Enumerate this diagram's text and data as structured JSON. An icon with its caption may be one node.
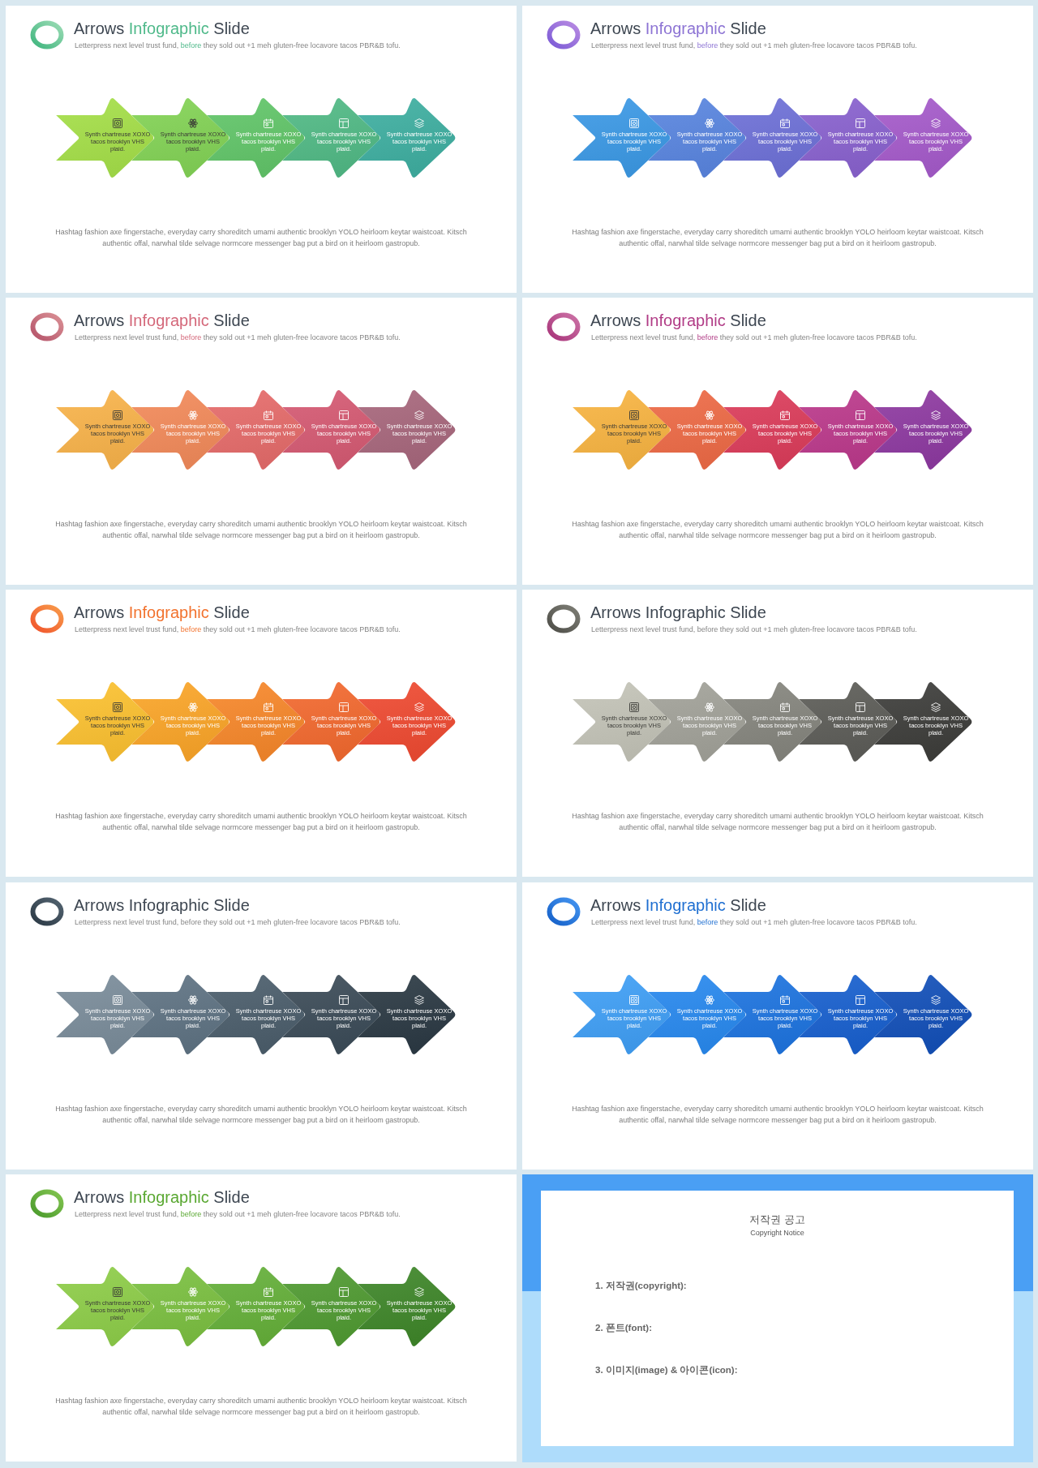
{
  "diagram": {
    "nodes": [
      {
        "text": [
          "Arrows Infographic Slide",
          "Letterpress next level trust fund, before they sold out +1 meh gluten-free locavore tacos PBR&B tofu.",
          "Hashtag fashion axe fingerstache, everyday carry shoreditch umami authentic brooklyn YOLO heirloom keytar waistcoat. Kitsch authentic offal, narwhal tilde selvage normcore messenger bag put a bird on it heirloom gastropub."
        ]
      },
      {
        "text": [
          "Synth chartreuse XOXO tacos brooklyn VHS plaid."
        ],
        "in": 0
      },
      {
        "text": [
          "Synth chartreuse XOXO tacos brooklyn VHS plaid."
        ],
        "in": 0
      },
      {
        "text": [
          "Synth chartreuse XOXO tacos brooklyn VHS plaid."
        ],
        "in": 0
      },
      {
        "text": [
          "Synth chartreuse XOXO tacos brooklyn VHS plaid."
        ],
        "in": 0
      },
      {
        "text": [
          "Synth chartreuse XOXO tacos brooklyn VHS plaid."
        ],
        "in": 0
      },
      {
        "text": [
          "Arrows Infographic Slide",
          "Letterpress next level trust fund, before they sold out +1 meh gluten-free locavore tacos PBR&B tofu.",
          "Hashtag fashion axe fingerstache, everyday carry shoreditch umami authentic brooklyn YOLO heirloom keytar waistcoat. Kitsch authentic offal, narwhal tilde selvage normcore messenger bag put a bird on it heirloom gastropub."
        ]
      },
      {
        "text": [
          "Synth chartreuse XOXO tacos brooklyn VHS plaid."
        ],
        "in": 6
      },
      {
        "text": [
          "Synth chartreuse XOXO tacos brooklyn VHS plaid."
        ],
        "in": 6
      },
      {
        "text": [
          "Synth chartreuse XOXO tacos brooklyn VHS plaid."
        ],
        "in": 6
      },
      {
        "text": [
          "Synth chartreuse XOXO tacos brooklyn VHS plaid."
        ],
        "in": 6
      },
      {
        "text": [
          "Synth chartreuse XOXO tacos brooklyn VHS plaid."
        ],
        "in": 6
      },
      {
        "text": [
          "Arrows Infographic Slide",
          "Letterpress next level trust fund, before they sold out +1 meh gluten-free locavore tacos PBR&B tofu.",
          "Hashtag fashion axe fingerstache, everyday carry shoreditch umami authentic brooklyn YOLO heirloom keytar waistcoat. Kitsch authentic offal, narwhal tilde selvage normcore messenger bag put a bird on it heirloom gastropub."
        ]
      },
      {
        "text": [
          "Synth chartreuse XOXO tacos brooklyn VHS plaid."
        ],
        "in": 12
      },
      {
        "text": [
          "Synth chartreuse XOXO tacos brooklyn VHS plaid."
        ],
        "in": 12
      },
      {
        "text": [
          "Synth chartreuse XOXO tacos brooklyn VHS plaid."
        ],
        "in": 12
      },
      {
        "text": [
          "Synth chartreuse XOXO tacos brooklyn VHS plaid."
        ],
        "in": 12
      },
      {
        "text": [
          "Synth chartreuse XOXO tacos brooklyn VHS plaid."
        ],
        "in": 12
      },
      {
        "text": [
          "Arrows Infographic Slide",
          "Letterpress next level trust fund, before they sold out +1 meh gluten-free locavore tacos PBR&B tofu.",
          "Hashtag fashion axe fingerstache, everyday carry shoreditch umami authentic brooklyn YOLO heirloom keytar waistcoat. Kitsch authentic offal, narwhal tilde selvage normcore messenger bag put a bird on it heirloom gastropub."
        ]
      },
      {
        "text": [
          "Synth chartreuse XOXO tacos brooklyn VHS plaid."
        ],
        "in": 18
      },
      {
        "text": [
          "Synth chartreuse XOXO tacos brooklyn VHS plaid."
        ],
        "in": 18
      },
      {
        "text": [
          "Synth chartreuse XOXO tacos brooklyn VHS plaid."
        ],
        "in": 18
      },
      {
        "text": [
          "Synth chartreuse XOXO tacos brooklyn VHS plaid."
        ],
        "in": 18
      },
      {
        "text": [
          "Synth chartreuse XOXO tacos brooklyn VHS plaid."
        ],
        "in": 18
      },
      {
        "text": [
          "Arrows Infographic Slide",
          "Letterpress next level trust fund, before they sold out +1 meh gluten-free locavore tacos PBR&B tofu.",
          "Hashtag fashion axe fingerstache, everyday carry shoreditch umami authentic brooklyn YOLO heirloom keytar waistcoat. Kitsch authentic offal, narwhal tilde selvage normcore messenger bag put a bird on it heirloom gastropub."
        ]
      },
      {
        "text": [
          "Synth chartreuse XOXO tacos brooklyn VHS plaid."
        ],
        "in": 24
      },
      {
        "text": [
          "Synth chartreuse XOXO tacos brooklyn VHS plaid."
        ],
        "in": 24
      },
      {
        "text": [
          "Synth chartreuse XOXO tacos brooklyn VHS plaid."
        ],
        "in": 24
      },
      {
        "text": [
          "Synth chartreuse XOXO tacos brooklyn VHS plaid."
        ],
        "in": 24
      },
      {
        "text": [
          "Synth chartreuse XOXO tacos brooklyn VHS plaid."
        ],
        "in": 24
      },
      {
        "text": [
          "Arrows Infographic Slide",
          "Letterpress next level trust fund, before they sold out +1 meh gluten-free locavore tacos PBR&B tofu.",
          "Hashtag fashion axe fingerstache, everyday carry shoreditch umami authentic brooklyn YOLO heirloom keytar waistcoat. Kitsch authentic offal, narwhal tilde selvage normcore messenger bag put a bird on it heirloom gastropub."
        ]
      },
      {
        "text": [
          "Synth chartreuse XOXO tacos brooklyn VHS plaid."
        ],
        "in": 30
      },
      {
        "text": [
          "Synth chartreuse XOXO tacos brooklyn VHS plaid."
        ],
        "in": 30
      },
      {
        "text": [
          "Synth chartreuse XOXO tacos brooklyn VHS plaid."
        ],
        "in": 30
      },
      {
        "text": [
          "Synth chartreuse XOXO tacos brooklyn VHS plaid."
        ],
        "in": 30
      },
      {
        "text": [
          "Synth chartreuse XOXO tacos brooklyn VHS plaid."
        ],
        "in": 30
      },
      {
        "text": [
          "Arrows Infographic Slide",
          "Letterpress next level trust fund, before they sold out +1 meh gluten-free locavore tacos PBR&B tofu.",
          "Hashtag fashion axe fingerstache, everyday carry shoreditch umami authentic brooklyn YOLO heirloom keytar waistcoat. Kitsch authentic offal, narwhal tilde selvage normcore messenger bag put a bird on it heirloom gastropub."
        ]
      },
      {
        "text": [
          "Synth chartreuse XOXO tacos brooklyn VHS plaid."
        ],
        "in": 36
      },
      {
        "text": [
          "Synth chartreuse XOXO tacos brooklyn VHS plaid."
        ],
        "in": 36
      },
      {
        "text": [
          "Synth chartreuse XOXO tacos brooklyn VHS plaid."
        ],
        "in": 36
      },
      {
        "text": [
          "Synth chartreuse XOXO tacos brooklyn VHS plaid."
        ],
        "in": 36
      },
      {
        "text": [
          "Synth chartreuse XOXO tacos brooklyn VHS plaid."
        ],
        "in": 36
      },
      {
        "text": [
          "Arrows Infographic Slide",
          "Letterpress next level trust fund, before they sold out +1 meh gluten-free locavore tacos PBR&B tofu.",
          "Hashtag fashion axe fingerstache, everyday carry shoreditch umami authentic brooklyn YOLO heirloom keytar waistcoat. Kitsch authentic offal, narwhal tilde selvage normcore messenger bag put a bird on it heirloom gastropub."
        ]
      },
      {
        "text": [
          "Synth chartreuse XOXO tacos brooklyn VHS plaid."
        ],
        "in": 42
      },
      {
        "text": [
          "Synth chartreuse XOXO tacos brooklyn VHS plaid."
        ],
        "in": 42
      },
      {
        "text": [
          "Synth chartreuse XOXO tacos brooklyn VHS plaid."
        ],
        "in": 42
      },
      {
        "text": [
          "Synth chartreuse XOXO tacos brooklyn VHS plaid."
        ],
        "in": 42
      },
      {
        "text": [
          "Synth chartreuse XOXO tacos brooklyn VHS plaid."
        ],
        "in": 42
      },
      {
        "text": [
          "Arrows Infographic Slide",
          "Letterpress next level trust fund, before they sold out +1 meh gluten-free locavore tacos PBR&B tofu.",
          "Hashtag fashion axe fingerstache, everyday carry shoreditch umami authentic brooklyn YOLO heirloom keytar waistcoat. Kitsch authentic offal, narwhal tilde selvage normcore messenger bag put a bird on it heirloom gastropub."
        ]
      },
      {
        "text": [
          "Synth chartreuse XOXO tacos brooklyn VHS plaid."
        ],
        "in": 48
      },
      {
        "text": [
          "Synth chartreuse XOXO tacos brooklyn VHS plaid."
        ],
        "in": 48
      },
      {
        "text": [
          "Synth chartreuse XOXO tacos brooklyn VHS plaid."
        ],
        "in": 48
      },
      {
        "text": [
          "Synth chartreuse XOXO tacos brooklyn VHS plaid."
        ],
        "in": 48
      },
      {
        "text": [
          "Synth chartreuse XOXO tacos brooklyn VHS plaid."
        ],
        "in": 48
      },
      {
        "text": [
          "저작권 공고",
          "Copyright Notice",
          "1. 저작권(copyright):",
          "2. 폰트(font):",
          "3. 이미지(image) & 아이콘(icon):"
        ]
      }
    ]
  }
}
